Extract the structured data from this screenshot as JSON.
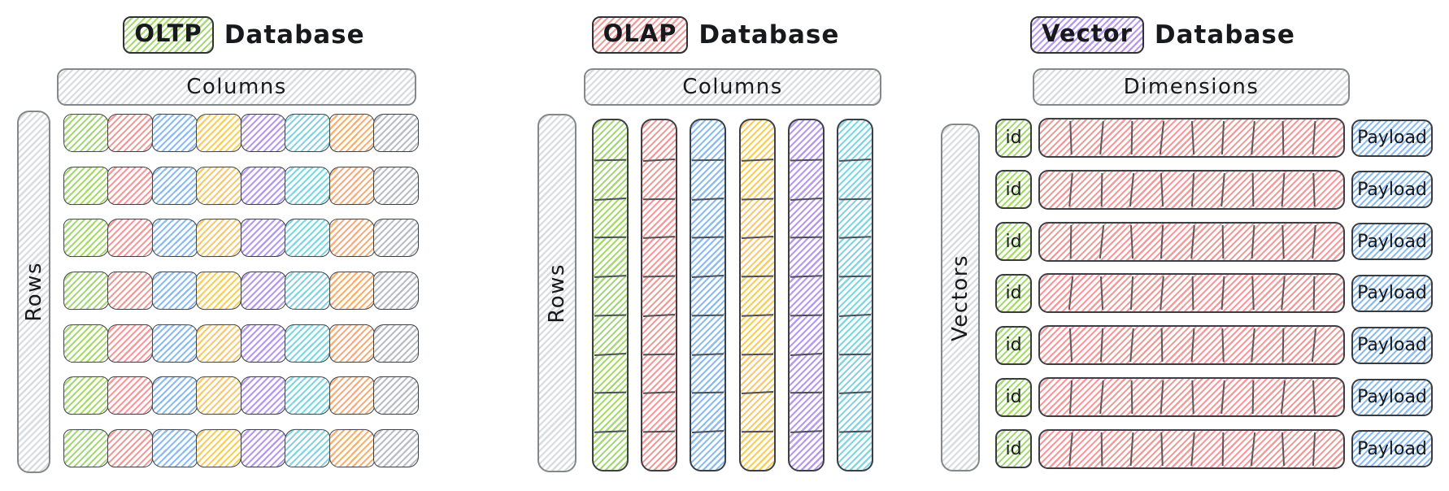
{
  "panels": [
    {
      "key": "oltp",
      "title_chip": "OLTP",
      "title_rest": "Database",
      "chip_color": "#a9d977",
      "header_label": "Columns",
      "side_label": "Rows",
      "bar_color": "#d9dcdf",
      "grid": {
        "rows": 7,
        "columns": 8,
        "column_colors": [
          "#a9d977",
          "#f29d9d",
          "#8fbdf0",
          "#f6cd68",
          "#b89bee",
          "#85d6e2",
          "#f6b078",
          "#b9bfc5"
        ]
      }
    },
    {
      "key": "olap",
      "title_chip": "OLAP",
      "title_rest": "Database",
      "chip_color": "#f29d9d",
      "header_label": "Columns",
      "side_label": "Rows",
      "bar_color": "#d9dcdf",
      "columns": {
        "count": 6,
        "segments_per_column": 9,
        "colors": [
          "#a9d977",
          "#f29d9d",
          "#8fbdf0",
          "#f6cd68",
          "#b89bee",
          "#85d6e2"
        ]
      }
    },
    {
      "key": "vector",
      "title_chip": "Vector",
      "title_rest": "Database",
      "chip_color": "#b89bee",
      "header_label": "Dimensions",
      "side_label": "Vectors",
      "bar_color": "#d9dcdf",
      "vectors": {
        "count": 7,
        "segments_per_vector": 10,
        "id_label": "id",
        "id_color": "#a9d977",
        "vector_color": "#f29d9d",
        "payload_label": "Payload",
        "payload_color": "#8fbdf0"
      }
    }
  ],
  "strokes": {
    "element_stroke": "#3c4046",
    "bar_stroke": "#85888b",
    "divider": "#4b4f54"
  }
}
